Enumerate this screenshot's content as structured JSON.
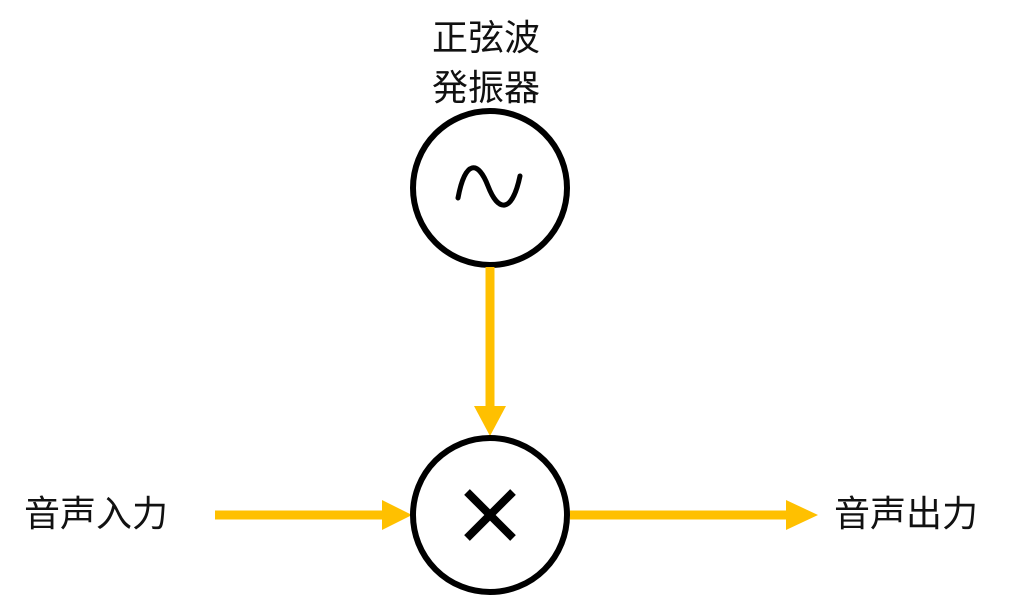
{
  "oscillator": {
    "label_line1": "正弦波",
    "label_line2": "発振器",
    "symbol": "sine-wave-icon"
  },
  "multiplier": {
    "symbol": "multiply-icon"
  },
  "input": {
    "label": "音声入力"
  },
  "output": {
    "label": "音声出力"
  },
  "colors": {
    "arrow": "#FFC000",
    "stroke": "#000000"
  }
}
